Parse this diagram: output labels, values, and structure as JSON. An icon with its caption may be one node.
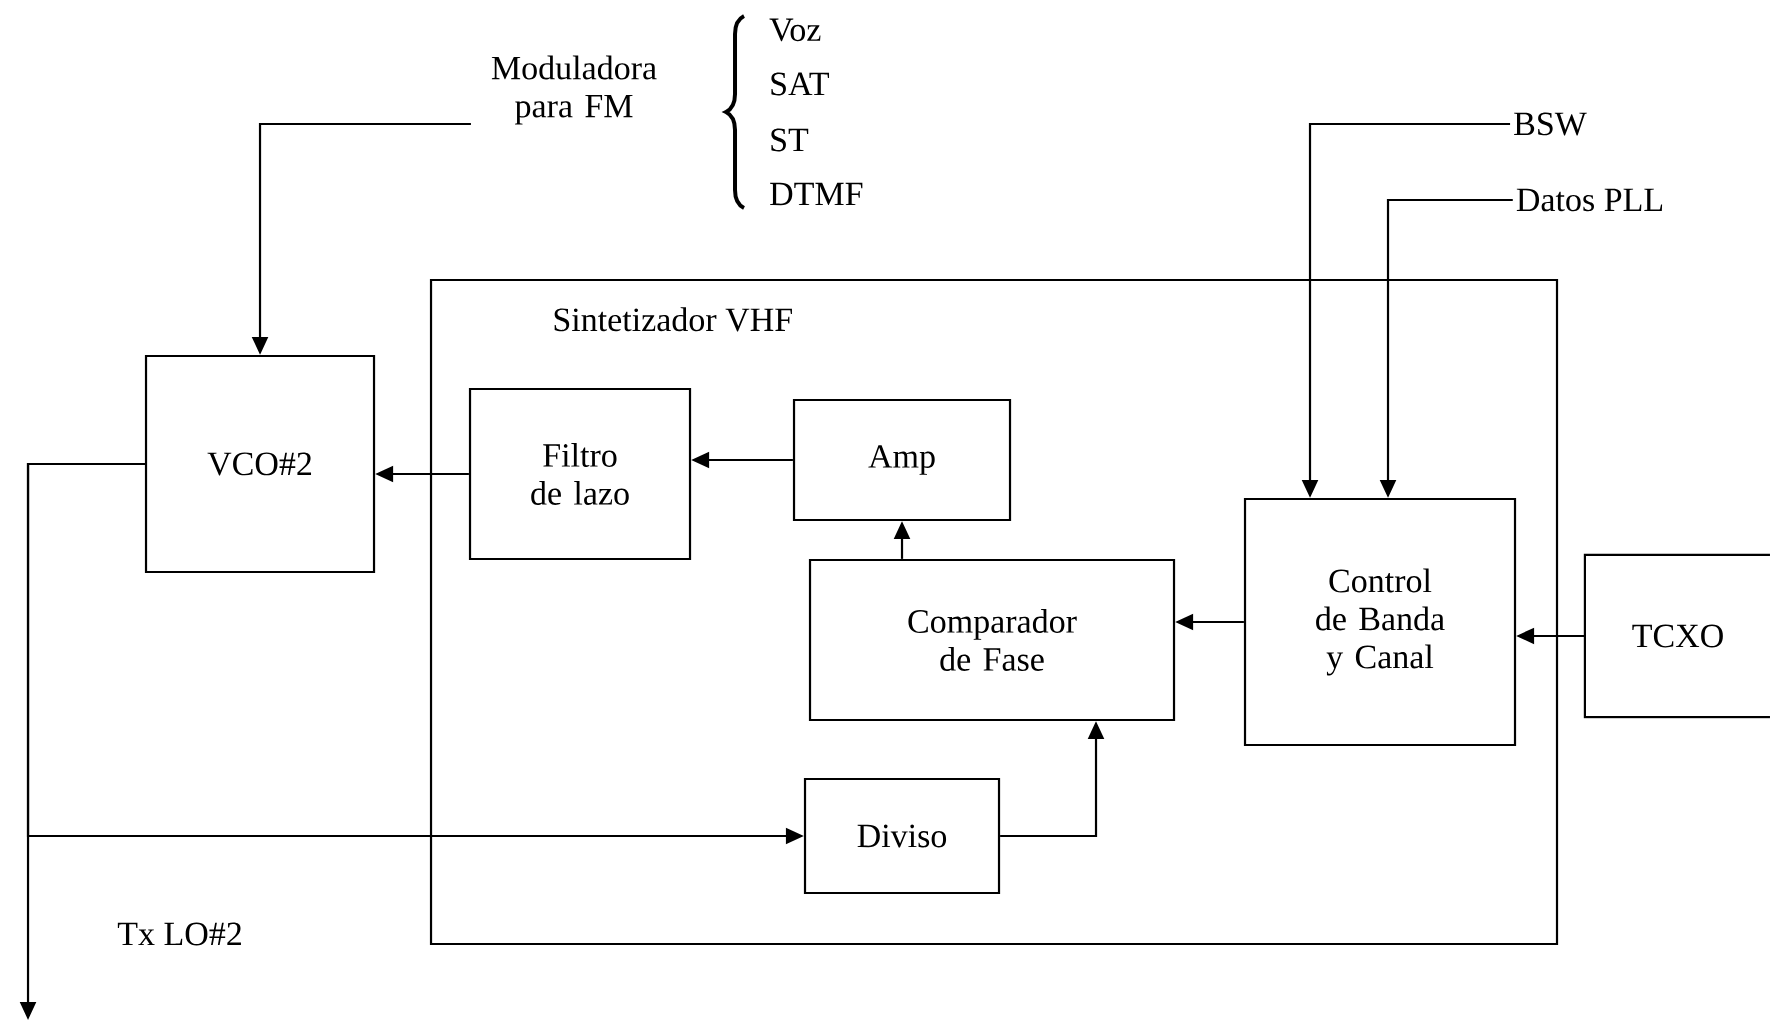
{
  "diagram": {
    "nodes": [
      {
        "text": [
          "Moduladora para FM"
        ]
      },
      {
        "text": [
          "Sintetizador VHF"
        ]
      },
      {
        "text": [
          "VCO#2"
        ]
      },
      {
        "text": [
          "Filtro de lazo"
        ],
        "in": 1
      },
      {
        "text": [
          "Amp"
        ],
        "in": 1
      },
      {
        "text": [
          "Comparador de Fase"
        ],
        "in": 1
      },
      {
        "text": [
          "Control de Banda y Canal"
        ],
        "in": 1
      },
      {
        "text": [
          "TCXO"
        ]
      },
      {
        "text": [
          "Diviso"
        ],
        "in": 1
      },
      {
        "text": [
          "BSW"
        ]
      },
      {
        "text": [
          "Datos PLL"
        ]
      }
    ],
    "edges": [
      {
        "from": 0,
        "to": 2,
        "arrow": "to"
      },
      {
        "from": 9,
        "to": 6,
        "arrow": "to"
      },
      {
        "from": 10,
        "to": 6,
        "arrow": "to"
      },
      {
        "from": 7,
        "to": 6,
        "arrow": "to"
      },
      {
        "from": 6,
        "to": 5,
        "arrow": "to"
      },
      {
        "from": 5,
        "to": 4,
        "arrow": "to"
      },
      {
        "from": 4,
        "to": 3,
        "arrow": "to"
      },
      {
        "from": 3,
        "to": 2,
        "arrow": "to"
      },
      {
        "from": 8,
        "to": 5,
        "arrow": "to"
      },
      {
        "from": 2,
        "to": null,
        "arrow": "to",
        "label": "Tx LO#2"
      },
      {
        "from": 2,
        "to": 8,
        "arrow": "to"
      }
    ],
    "labels": [
      "Voz",
      "SAT",
      "ST",
      "DTMF"
    ]
  }
}
